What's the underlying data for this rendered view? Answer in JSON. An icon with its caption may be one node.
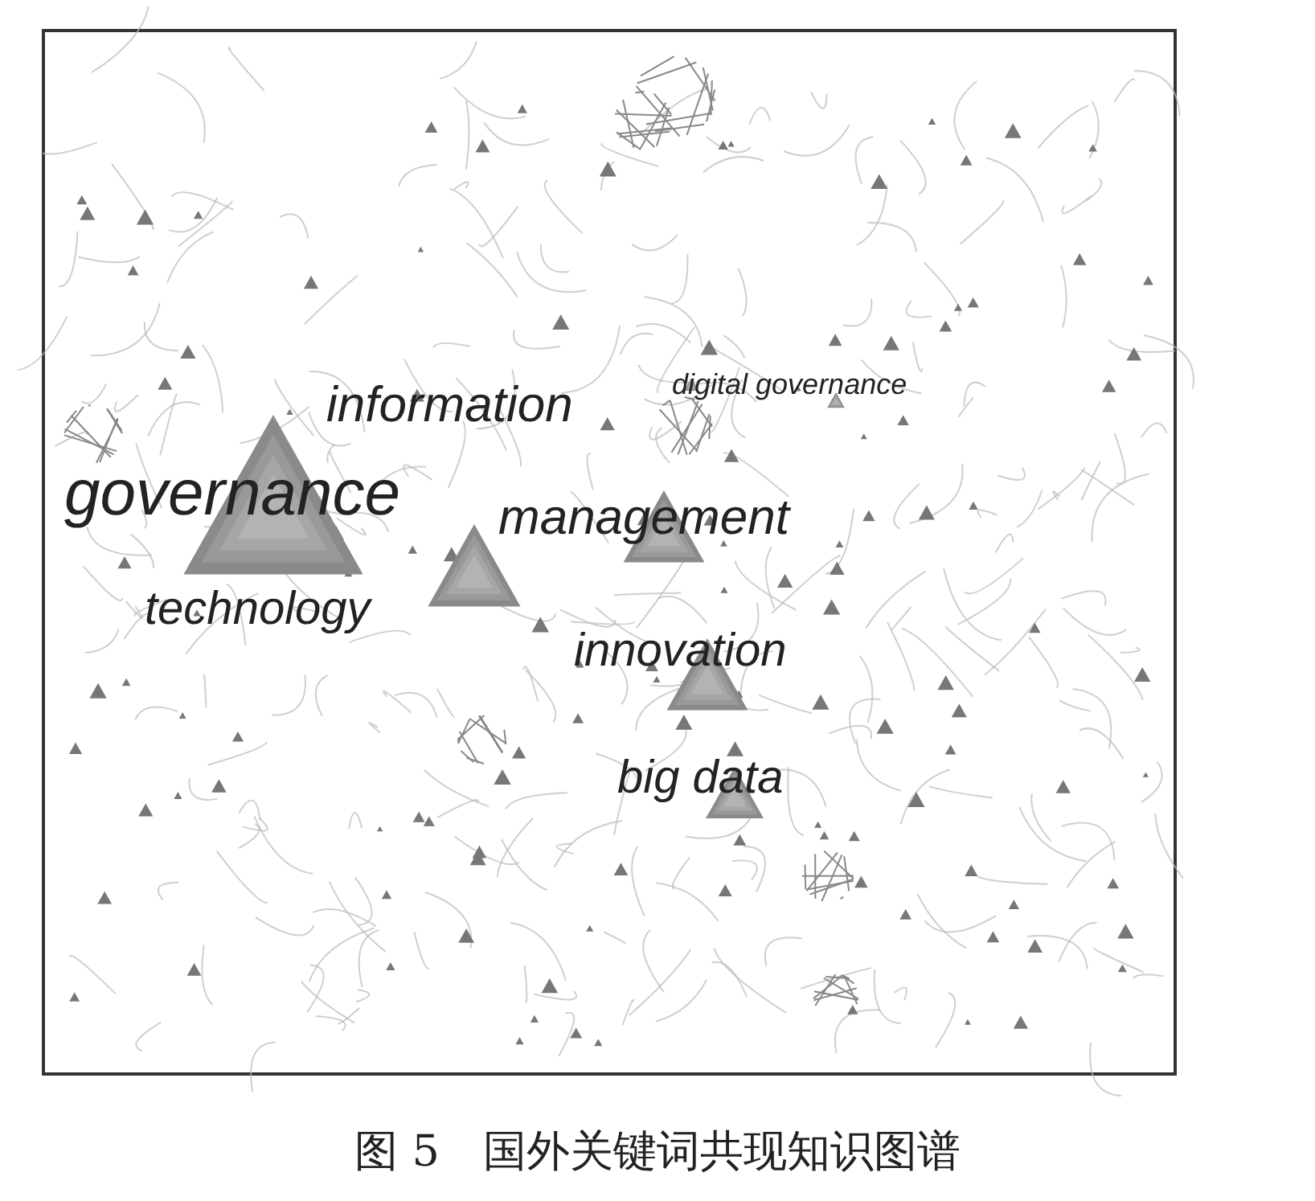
{
  "diagram": {
    "caption": "图 5　国外关键词共现知识图谱",
    "labels": [
      "digital governance",
      "information",
      "governance",
      "management",
      "technology",
      "innovation",
      "big data"
    ]
  }
}
